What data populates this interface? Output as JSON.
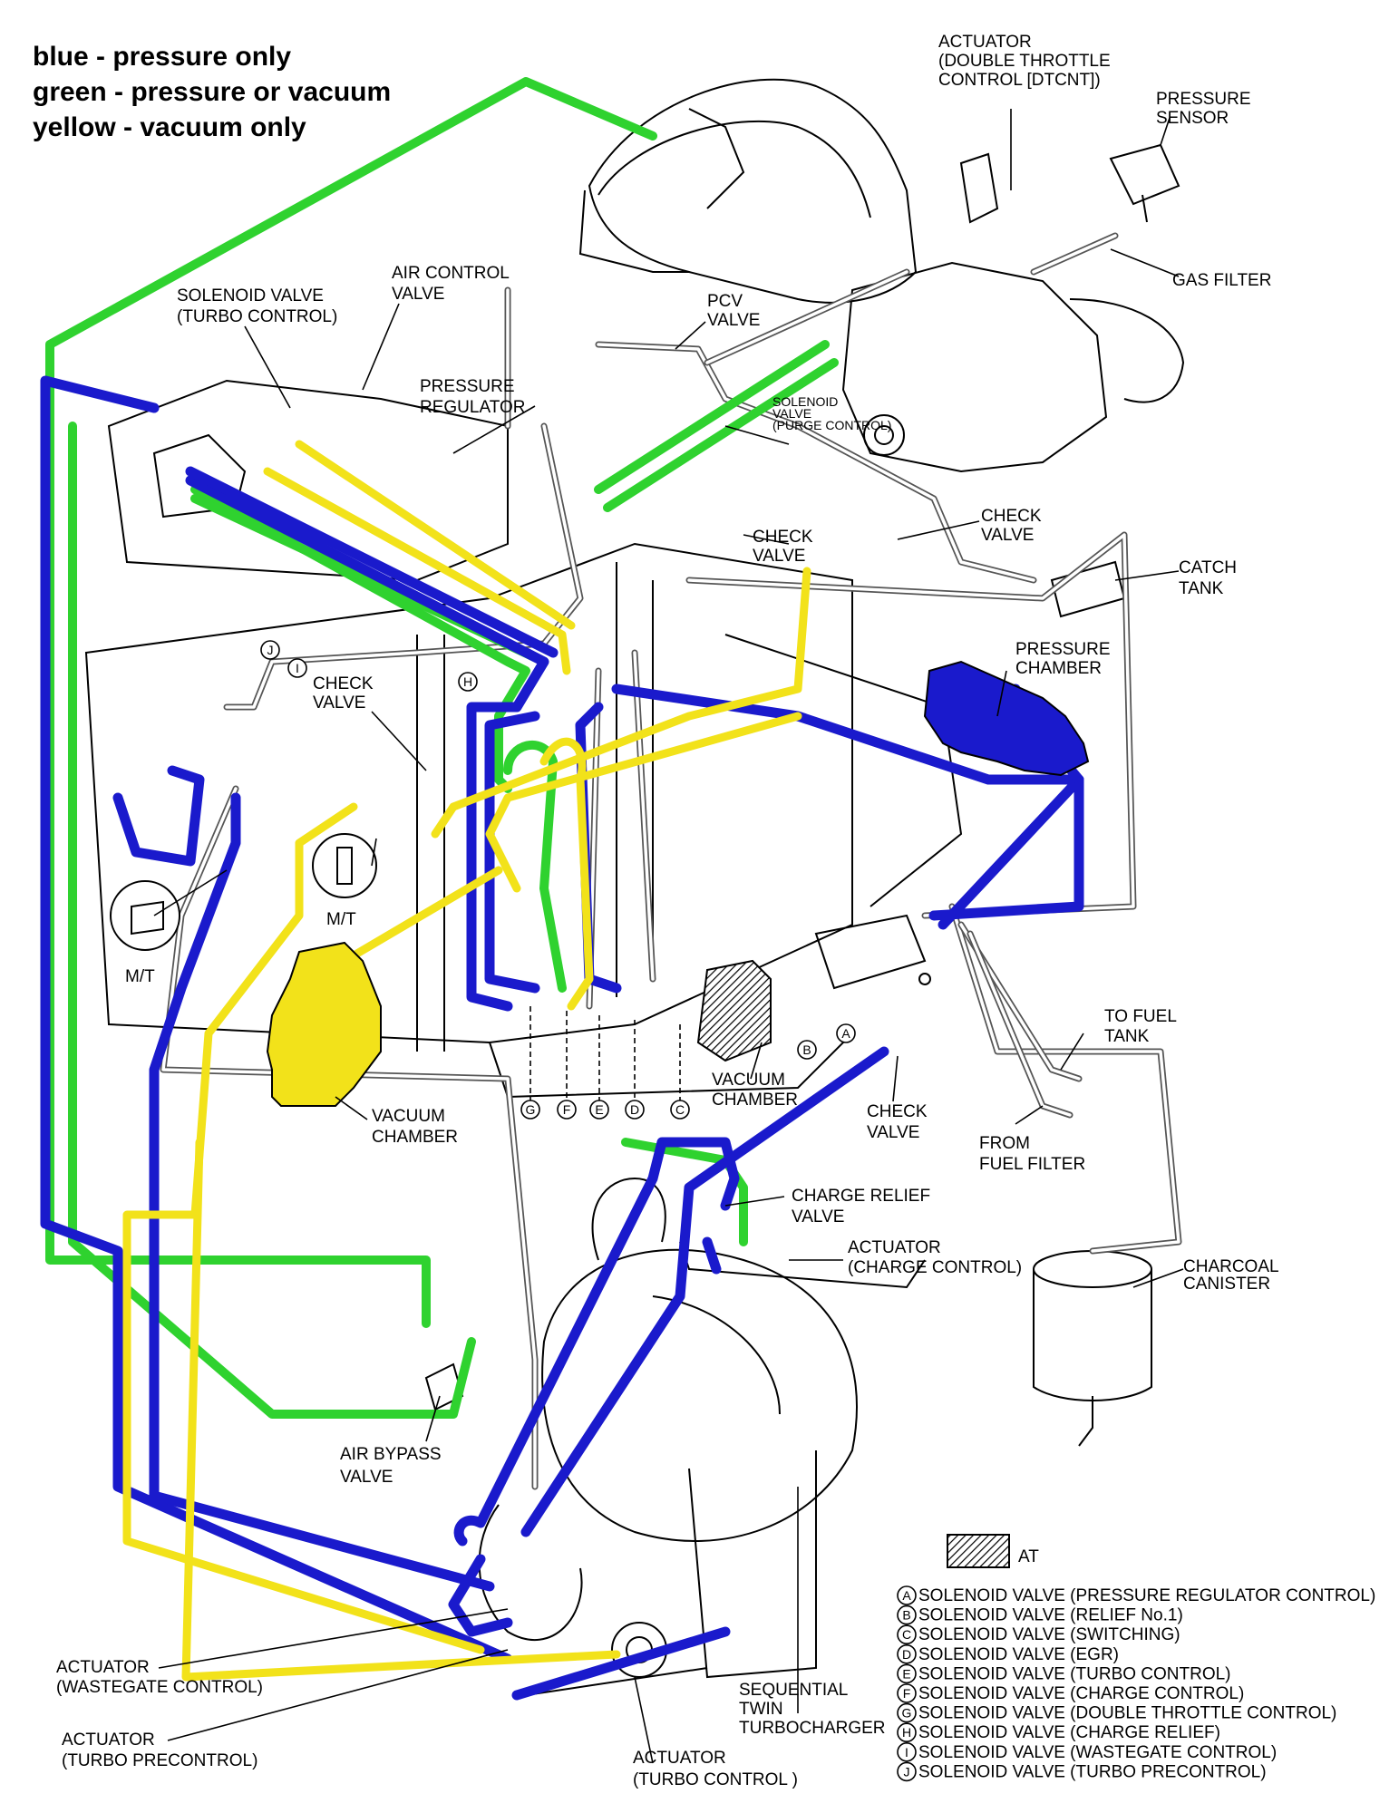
{
  "color_key": {
    "blue": "blue - pressure only",
    "green": "green - pressure or vacuum",
    "yellow": "yellow - vacuum only"
  },
  "colors": {
    "blue": "#1a1acc",
    "green": "#2fd22f",
    "yellow": "#f2e21a",
    "gray": "#555555"
  },
  "labels": {
    "actuator_dtcnt": [
      "ACTUATOR",
      "(DOUBLE THROTTLE",
      "CONTROL [DTCNT])"
    ],
    "pressure_sensor": [
      "PRESSURE",
      "SENSOR"
    ],
    "gas_filter": [
      "GAS FILTER"
    ],
    "solenoid_turbo": [
      "SOLENOID VALVE",
      "(TURBO CONTROL)"
    ],
    "air_control_valve": [
      "AIR CONTROL",
      "VALVE"
    ],
    "pcv_valve": [
      "PCV",
      "VALVE"
    ],
    "pressure_regulator": [
      "PRESSURE",
      "REGULATOR"
    ],
    "solenoid_purge": [
      "SOLENOID",
      "VALVE",
      "(PURGE CONTROL)"
    ],
    "check_valve_top": [
      "CHECK",
      "VALVE"
    ],
    "check_valve_right": [
      "CHECK",
      "VALVE"
    ],
    "catch_tank": [
      "CATCH",
      "TANK"
    ],
    "pressure_chamber": [
      "PRESSURE",
      "CHAMBER"
    ],
    "check_valve_left": [
      "CHECK",
      "VALVE"
    ],
    "mt_left": [
      "M/T"
    ],
    "mt_center": [
      "M/T"
    ],
    "vacuum_chamber_yellow": [
      "VACUUM",
      "CHAMBER"
    ],
    "vacuum_chamber_gray": [
      "VACUUM",
      "CHAMBER"
    ],
    "check_valve_lower": [
      "CHECK",
      "VALVE"
    ],
    "to_fuel_tank": [
      "TO FUEL",
      "TANK"
    ],
    "from_fuel_filter": [
      "FROM",
      "FUEL FILTER"
    ],
    "charge_relief_valve": [
      "CHARGE RELIEF",
      "VALVE"
    ],
    "actuator_charge": [
      "ACTUATOR",
      "(CHARGE CONTROL)"
    ],
    "charcoal_canister": [
      "CHARCOAL",
      "CANISTER"
    ],
    "air_bypass_valve": [
      "AIR BYPASS",
      "VALVE"
    ],
    "actuator_wastegate": [
      "ACTUATOR",
      "(WASTEGATE CONTROL)"
    ],
    "actuator_precontrol": [
      "ACTUATOR",
      "(TURBO PRECONTROL)"
    ],
    "actuator_turbo": [
      "ACTUATOR",
      "(TURBO CONTROL )"
    ],
    "sequential_twin": [
      "SEQUENTIAL",
      "TWIN",
      "TURBOCHARGER"
    ],
    "at": [
      "AT"
    ]
  },
  "valve_letters": [
    "G",
    "F",
    "E",
    "D",
    "C"
  ],
  "valve_letters_right": [
    "B",
    "A"
  ],
  "valve_letters_top": [
    "J",
    "I",
    "H"
  ],
  "solenoid_legend": [
    {
      "letter": "A",
      "text": "SOLENOID VALVE (PRESSURE REGULATOR CONTROL)"
    },
    {
      "letter": "B",
      "text": "SOLENOID VALVE (RELIEF No.1)"
    },
    {
      "letter": "C",
      "text": "SOLENOID VALVE (SWITCHING)"
    },
    {
      "letter": "D",
      "text": "SOLENOID VALVE (EGR)"
    },
    {
      "letter": "E",
      "text": "SOLENOID VALVE (TURBO CONTROL)"
    },
    {
      "letter": "F",
      "text": "SOLENOID VALVE (CHARGE CONTROL)"
    },
    {
      "letter": "G",
      "text": "SOLENOID VALVE (DOUBLE THROTTLE CONTROL)"
    },
    {
      "letter": "H",
      "text": "SOLENOID VALVE (CHARGE RELIEF)"
    },
    {
      "letter": "I",
      "text": "SOLENOID VALVE (WASTEGATE CONTROL)"
    },
    {
      "letter": "J",
      "text": "SOLENOID VALVE (TURBO PRECONTROL)"
    }
  ]
}
